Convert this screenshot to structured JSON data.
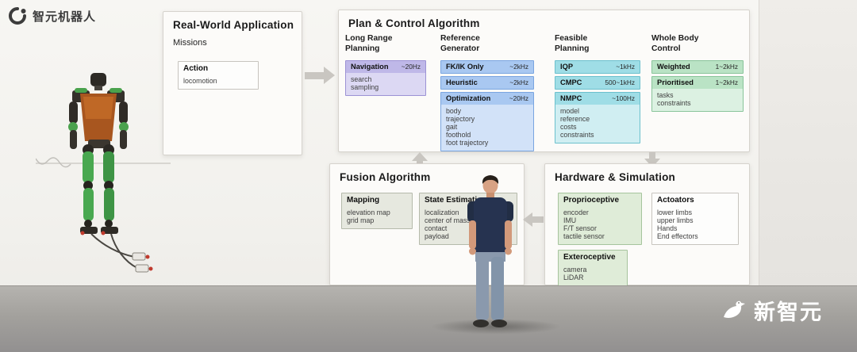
{
  "brand": {
    "logo_text": "智元机器人"
  },
  "watermark": {
    "text": "新智元"
  },
  "real_world": {
    "title": "Real-World Application",
    "subtitle": "Missions",
    "action": {
      "name": "Action",
      "items": [
        "locomotion"
      ]
    }
  },
  "plan_control": {
    "title": "Plan & Control Algorithm",
    "long_range": {
      "heading": "Long Range Planning",
      "navigation": {
        "name": "Navigation",
        "rate": "~20Hz",
        "items": [
          "search",
          "sampling"
        ]
      }
    },
    "reference_generator": {
      "heading": "Reference Generator",
      "fkik": {
        "name": "FK/IK Only",
        "rate": "~2kHz"
      },
      "heuristic": {
        "name": "Heuristic",
        "rate": "~2kHz"
      },
      "optimization": {
        "name": "Optimization",
        "rate": "~20Hz",
        "items": [
          "body",
          "trajectory",
          "gait",
          "foothold",
          "foot trajectory"
        ]
      }
    },
    "feasible_planning": {
      "heading": "Feasible Planning",
      "iqp": {
        "name": "IQP",
        "rate": "~1kHz"
      },
      "cmpc": {
        "name": "CMPC",
        "rate": "500~1kHz"
      },
      "nmpc": {
        "name": "NMPC",
        "rate": "~100Hz",
        "items": [
          "model",
          "reference",
          "costs",
          "constraints"
        ]
      }
    },
    "whole_body": {
      "heading": "Whole Body Control",
      "weighted": {
        "name": "Weighted",
        "rate": "1~2kHz"
      },
      "prioritised": {
        "name": "Prioritised",
        "rate": "1~2kHz",
        "items": [
          "tasks",
          "constraints"
        ]
      }
    }
  },
  "fusion": {
    "title": "Fusion Algorithm",
    "mapping": {
      "name": "Mapping",
      "items": [
        "elevation map",
        "grid map"
      ]
    },
    "state_estimation": {
      "name": "State Estimation",
      "items": [
        "localization",
        "center of mass",
        "contact",
        "payload"
      ]
    }
  },
  "hardware": {
    "title": "Hardware & Simulation",
    "proprioceptive": {
      "name": "Proprioceptive",
      "items": [
        "encoder",
        "IMU",
        "F/T sensor",
        "tactile sensor"
      ]
    },
    "actuators": {
      "name": "Actoators",
      "items": [
        "lower limbs",
        "upper limbs",
        "Hands",
        "End effectors"
      ]
    },
    "exteroceptive": {
      "name": "Exteroceptive",
      "items": [
        "camera",
        "LiDAR"
      ]
    }
  },
  "icons": {
    "agibot_logo": "open-circle-with-dot",
    "xinzhiyuan_logo": "white-bird",
    "arrows": "gray-block-arrows"
  },
  "colors": {
    "purple_header": "#bfb8e8",
    "blue_header": "#a9c8f1",
    "cyan_header": "#9fdde6",
    "green_header": "#bae3c5",
    "panel_bg": "#fcfbf9",
    "arrow": "#c9c6c1",
    "floor": "#a3a19d"
  }
}
